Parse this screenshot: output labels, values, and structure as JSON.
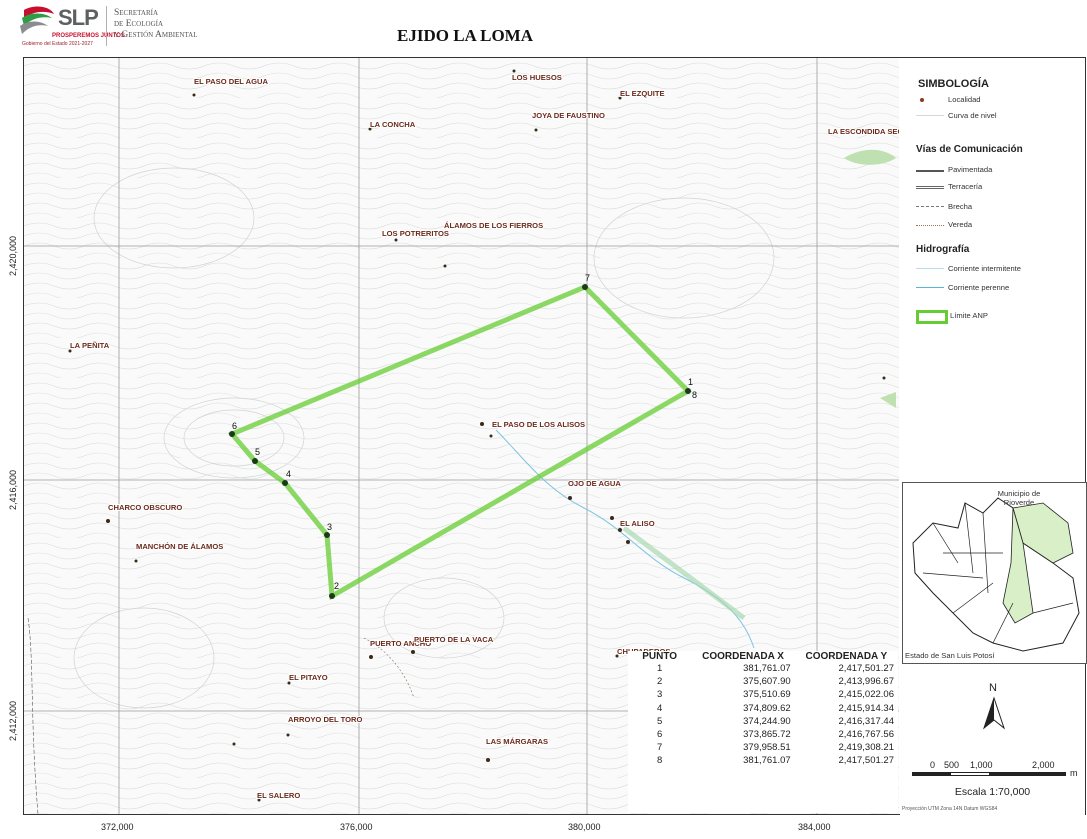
{
  "header": {
    "logo_text": "SLP",
    "logo_subtext": "PROSPEREMOS JUNTOS",
    "logo_tagline": "Gobierno del Estado 2021-2027",
    "agency_lines": [
      "Secretaría",
      "de Ecología",
      "y Gestión Ambiental"
    ],
    "title": "EJIDO LA LOMA"
  },
  "map": {
    "x_ticks": [
      "372,000",
      "376,000",
      "380,000",
      "384,000"
    ],
    "y_ticks": [
      "2,420,000",
      "2,416,000",
      "2,412,000"
    ],
    "places": [
      {
        "name": "EL PASO DEL AGUA"
      },
      {
        "name": "LOS HUESOS"
      },
      {
        "name": "EL EZQUITE"
      },
      {
        "name": "LA CONCHA"
      },
      {
        "name": "JOYA DE FAUSTINO"
      },
      {
        "name": "LA ESCONDIDA SEGUNDA SECCIÓN"
      },
      {
        "name": "LOS POTRERITOS"
      },
      {
        "name": "ÁLAMOS DE LOS FIERROS"
      },
      {
        "name": "LA PEÑITA"
      },
      {
        "name": "EL PASO DE LOS ALISOS"
      },
      {
        "name": "OJO DE AGUA"
      },
      {
        "name": "CHARCO OBSCURO"
      },
      {
        "name": "MANCHÓN DE ÁLAMOS"
      },
      {
        "name": "EL ALISO"
      },
      {
        "name": "PUERTO ANCHO"
      },
      {
        "name": "PUERTO DE LA VACA"
      },
      {
        "name": "CHUPADEROS"
      },
      {
        "name": "EL PITAYO"
      },
      {
        "name": "ARROYO DEL TORO"
      },
      {
        "name": "LAS MÁRGARAS"
      },
      {
        "name": "EL SALERO"
      }
    ],
    "vertex_labels": [
      "1",
      "2",
      "3",
      "4",
      "5",
      "6",
      "7",
      "8"
    ]
  },
  "legend": {
    "title": "SIMBOLOGÍA",
    "localidad": "Localidad",
    "curva": "Curva de nivel",
    "vias_title": "Vías de Comunicación",
    "pavimentada": "Pavimentada",
    "terraceria": "Terracería",
    "brecha": "Brecha",
    "vereda": "Vereda",
    "hidro_title": "Hidrografía",
    "intermitente": "Corriente intermitente",
    "perenne": "Corriente perenne",
    "anp": "Límite ANP",
    "colors": {
      "anp": "#66cc33",
      "perenne": "#5ab4d6",
      "localidad": "#8b3a1a"
    }
  },
  "inset": {
    "municipio_label": "Municipio de Rioverde",
    "state_label": "Estado de San Luis Potosí"
  },
  "table": {
    "headers": [
      "PUNTO",
      "COORDENADA X",
      "COORDENADA Y"
    ],
    "rows": [
      [
        "1",
        "381,761.07",
        "2,417,501.27"
      ],
      [
        "2",
        "375,607.90",
        "2,413,996.67"
      ],
      [
        "3",
        "375,510.69",
        "2,415,022.06"
      ],
      [
        "4",
        "374,809.62",
        "2,415,914.34"
      ],
      [
        "5",
        "374,244.90",
        "2,416,317.44"
      ],
      [
        "6",
        "373,865.72",
        "2,416,767.56"
      ],
      [
        "7",
        "379,958.51",
        "2,419,308.21"
      ],
      [
        "8",
        "381,761.07",
        "2,417,501.27"
      ]
    ]
  },
  "scale": {
    "north": "N",
    "ticks": [
      "0",
      "500",
      "1,000",
      "2,000"
    ],
    "unit": "m",
    "label": "Escala 1:70,000",
    "projection": "Proyección UTM Zona 14N Datum WGS84"
  }
}
